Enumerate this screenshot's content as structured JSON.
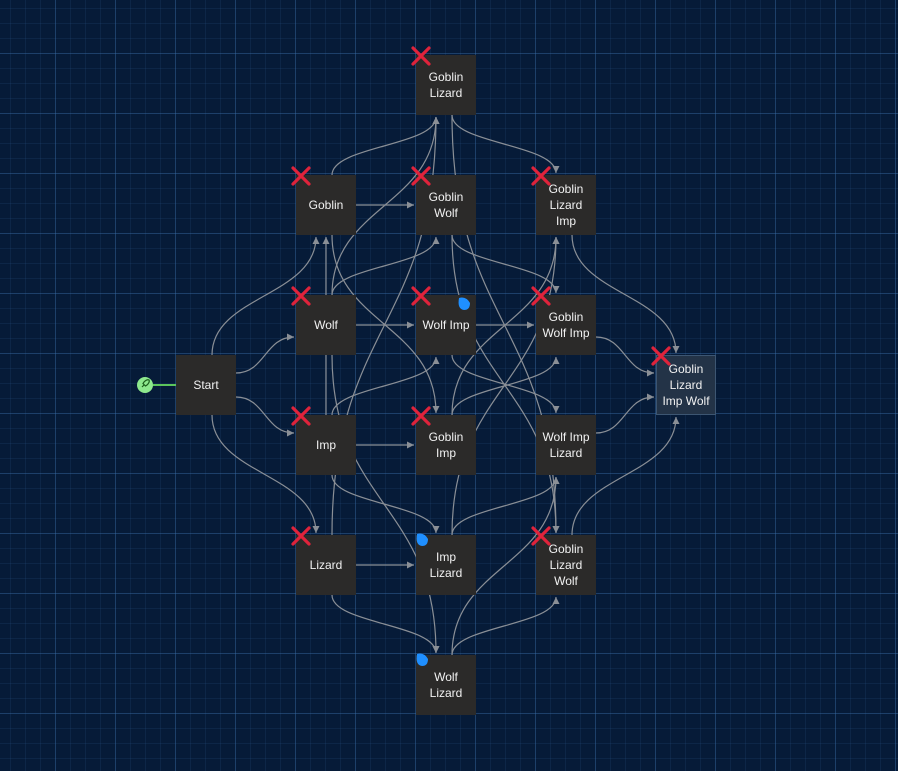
{
  "colors": {
    "background": "#061b38",
    "node": "#2b2a29",
    "edge": "#8a8f96",
    "cross": "#e0233b",
    "drop": "#1f8fff",
    "start_port": "#8de88d"
  },
  "start_port": {
    "icon": "rocket-icon"
  },
  "nodes": [
    {
      "id": "start",
      "label": "Start"
    },
    {
      "id": "goblin",
      "label": "Goblin"
    },
    {
      "id": "wolf",
      "label": "Wolf"
    },
    {
      "id": "imp",
      "label": "Imp"
    },
    {
      "id": "lizard",
      "label": "Lizard"
    },
    {
      "id": "goblin_lizard",
      "label": "Goblin\nLizard"
    },
    {
      "id": "goblin_wolf",
      "label": "Goblin\nWolf"
    },
    {
      "id": "wolf_imp",
      "label": "Wolf Imp"
    },
    {
      "id": "goblin_imp",
      "label": "Goblin\nImp"
    },
    {
      "id": "imp_lizard",
      "label": "Imp\nLizard"
    },
    {
      "id": "wolf_lizard",
      "label": "Wolf\nLizard"
    },
    {
      "id": "goblin_lizard_imp",
      "label": "Goblin\nLizard\nImp"
    },
    {
      "id": "goblin_wolf_imp",
      "label": "Goblin\nWolf Imp"
    },
    {
      "id": "wolf_imp_lizard",
      "label": "Wolf Imp\nLizard"
    },
    {
      "id": "goblin_lizard_wolf",
      "label": "Goblin\nLizard\nWolf"
    },
    {
      "id": "goblin_lizard_imp_wolf",
      "label": "Goblin\nLizard\nImp Wolf"
    }
  ],
  "edges": [
    [
      "start",
      "goblin"
    ],
    [
      "start",
      "wolf"
    ],
    [
      "start",
      "imp"
    ],
    [
      "start",
      "lizard"
    ],
    [
      "goblin",
      "goblin_lizard"
    ],
    [
      "goblin",
      "goblin_wolf"
    ],
    [
      "goblin",
      "goblin_imp"
    ],
    [
      "wolf",
      "goblin_wolf"
    ],
    [
      "wolf",
      "wolf_imp"
    ],
    [
      "wolf",
      "wolf_lizard"
    ],
    [
      "wolf",
      "goblin_lizard"
    ],
    [
      "imp",
      "goblin_imp"
    ],
    [
      "imp",
      "wolf_imp"
    ],
    [
      "imp",
      "imp_lizard"
    ],
    [
      "imp",
      "goblin"
    ],
    [
      "lizard",
      "imp_lizard"
    ],
    [
      "lizard",
      "wolf_lizard"
    ],
    [
      "lizard",
      "goblin_lizard"
    ],
    [
      "goblin_lizard",
      "goblin_lizard_imp"
    ],
    [
      "goblin_lizard",
      "goblin_lizard_wolf"
    ],
    [
      "goblin_wolf",
      "goblin_wolf_imp"
    ],
    [
      "goblin_wolf",
      "goblin_lizard_wolf"
    ],
    [
      "wolf_imp",
      "goblin_wolf_imp"
    ],
    [
      "wolf_imp",
      "wolf_imp_lizard"
    ],
    [
      "goblin_imp",
      "goblin_lizard_imp"
    ],
    [
      "goblin_imp",
      "goblin_wolf_imp"
    ],
    [
      "imp_lizard",
      "goblin_lizard_imp"
    ],
    [
      "imp_lizard",
      "wolf_imp_lizard"
    ],
    [
      "wolf_lizard",
      "wolf_imp_lizard"
    ],
    [
      "wolf_lizard",
      "goblin_lizard_wolf"
    ],
    [
      "goblin_lizard_imp",
      "goblin_lizard_imp_wolf"
    ],
    [
      "goblin_wolf_imp",
      "goblin_lizard_imp_wolf"
    ],
    [
      "wolf_imp_lizard",
      "goblin_lizard_imp_wolf"
    ],
    [
      "goblin_lizard_wolf",
      "goblin_lizard_imp_wolf"
    ]
  ],
  "markers": [
    {
      "node": "goblin_lizard",
      "type": "cross"
    },
    {
      "node": "goblin",
      "type": "cross"
    },
    {
      "node": "goblin_wolf",
      "type": "cross"
    },
    {
      "node": "goblin_lizard_imp",
      "type": "cross"
    },
    {
      "node": "wolf",
      "type": "cross"
    },
    {
      "node": "wolf_imp",
      "type": "cross"
    },
    {
      "node": "wolf_imp",
      "type": "drop"
    },
    {
      "node": "goblin_wolf_imp",
      "type": "cross"
    },
    {
      "node": "goblin_lizard_imp_wolf",
      "type": "cross"
    },
    {
      "node": "imp",
      "type": "cross"
    },
    {
      "node": "goblin_imp",
      "type": "cross"
    },
    {
      "node": "lizard",
      "type": "cross"
    },
    {
      "node": "imp_lizard",
      "type": "drop"
    },
    {
      "node": "goblin_lizard_wolf",
      "type": "cross"
    },
    {
      "node": "wolf_lizard",
      "type": "drop"
    }
  ]
}
